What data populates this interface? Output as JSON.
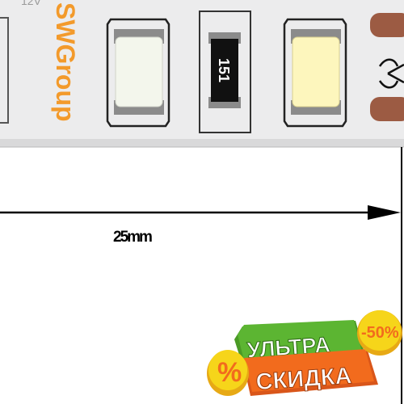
{
  "strip": {
    "voltage_label": "12V",
    "brand_label": "SWGroup",
    "resistor_code": "151"
  },
  "dimension": {
    "label": "25mm"
  },
  "promo": {
    "top_word": "УЛЬТРА",
    "bottom_word": "СКИДКА",
    "discount": "-50%",
    "percent_sign": "%"
  },
  "colors": {
    "strip_body": "#eceded",
    "brand_orange": "#f39a2b",
    "led_yellow": "#fdf6bd",
    "led_white": "#f3f6ec",
    "copper_pad": "#9c5b43",
    "resistor_black": "#111111",
    "badge_green": "#5cb532",
    "badge_orange": "#f26b1d",
    "badge_yellow": "#f6d51a"
  }
}
